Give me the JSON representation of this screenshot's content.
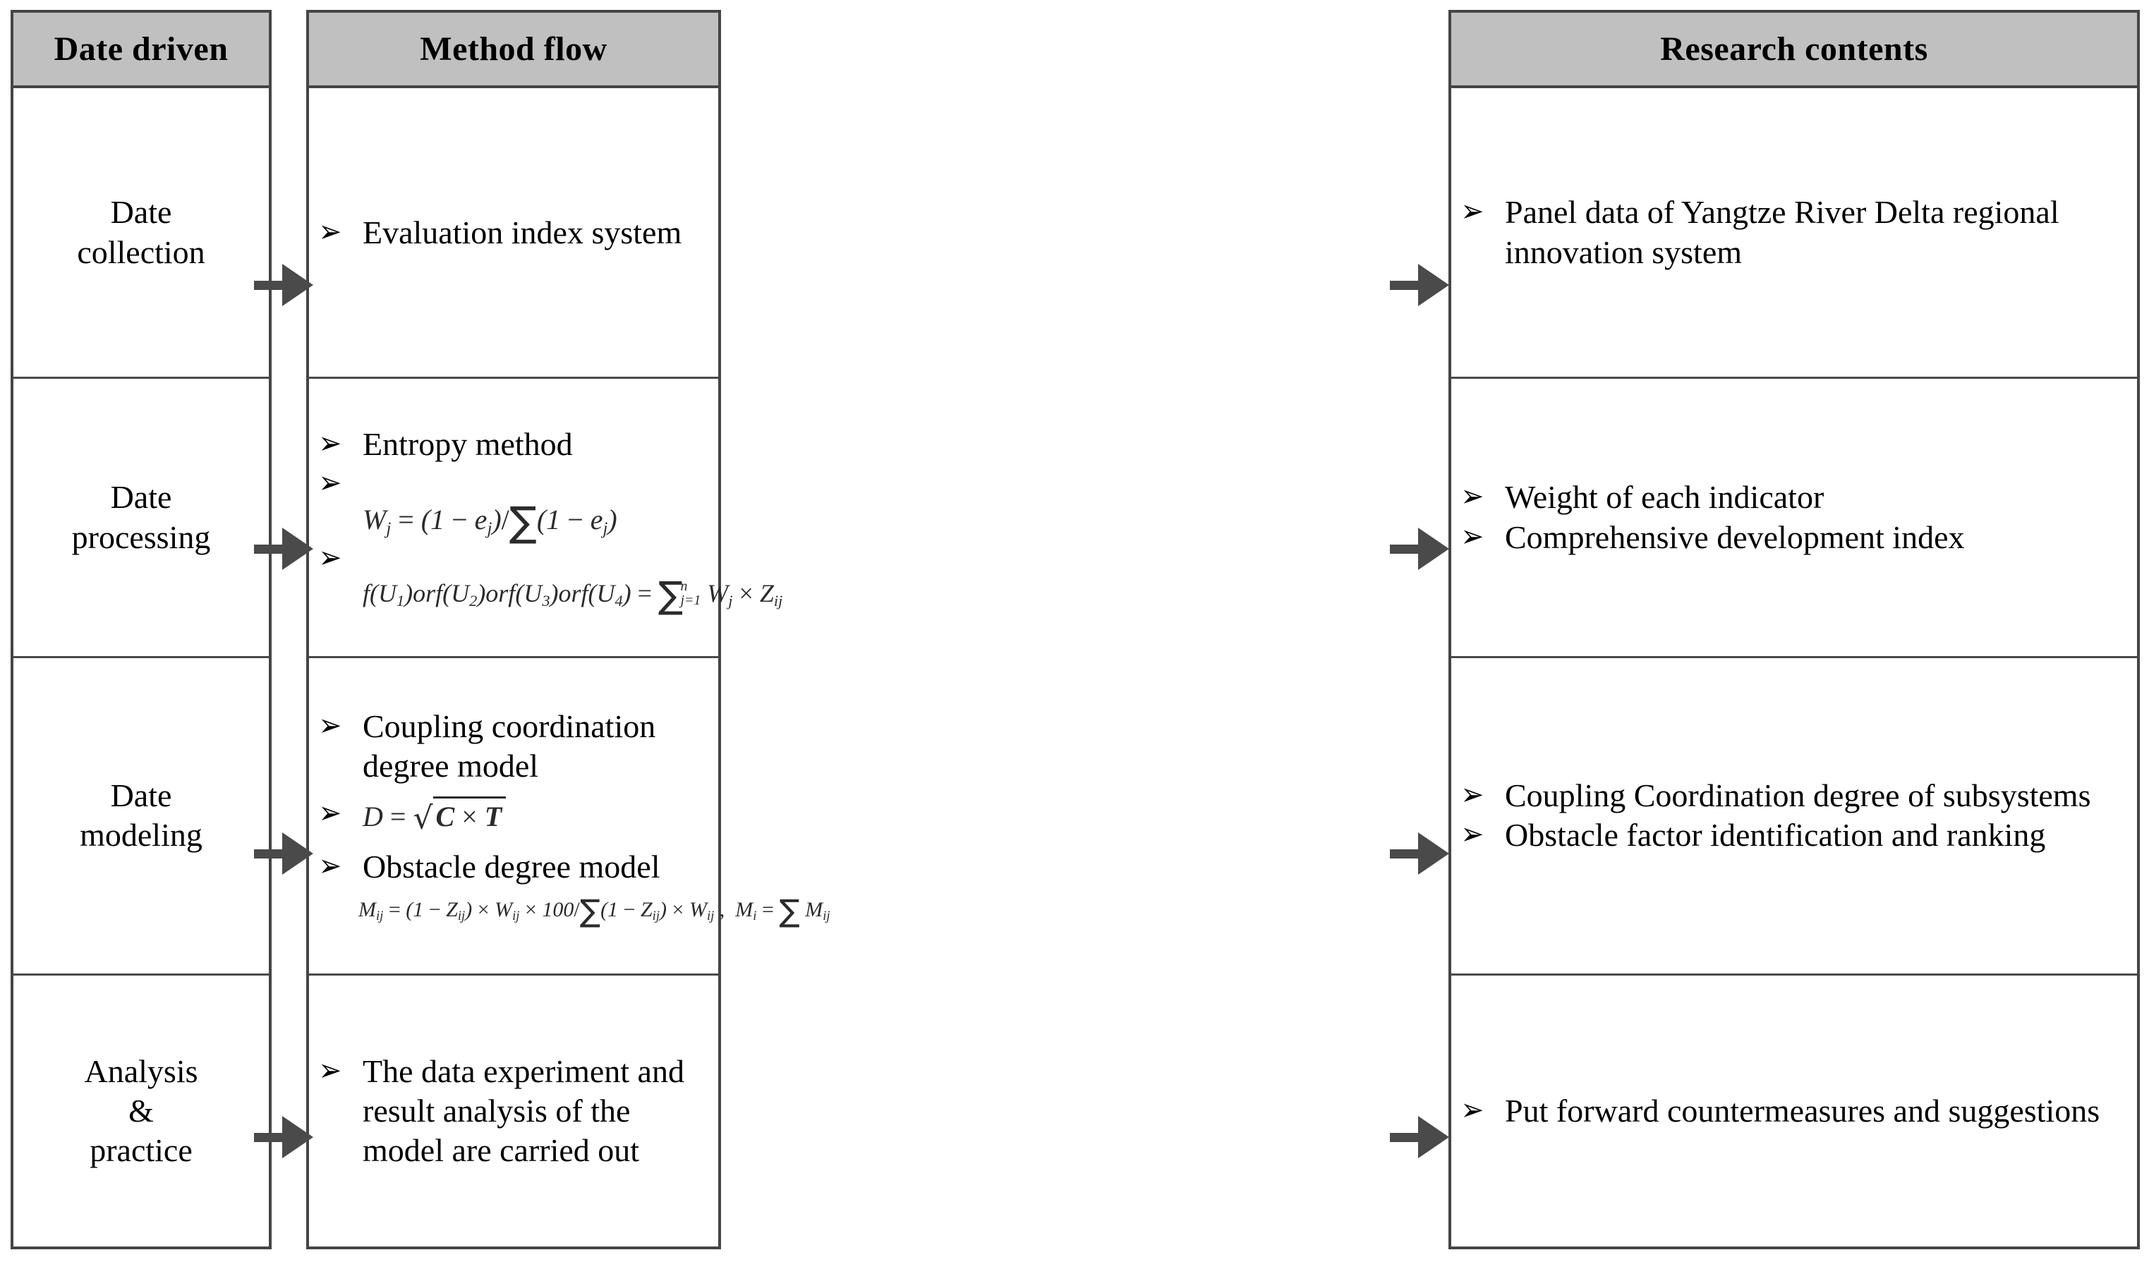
{
  "diagram": {
    "title": "Research framework flow",
    "bullet_glyph": "➢",
    "colors": {
      "header_fill": "#C0C0C0",
      "border": "#454545",
      "arrow": "#4A4A4A",
      "text": "#000000",
      "formula_text": "#2B2B2B"
    }
  },
  "columns": [
    {
      "id": "date-driven",
      "header": "Date driven",
      "cells": [
        {
          "lines": [
            "Date",
            "collection"
          ]
        },
        {
          "lines": [
            "Date",
            "processing"
          ]
        },
        {
          "lines": [
            "Date",
            "modeling"
          ]
        },
        {
          "lines": [
            "Analysis",
            "&",
            "practice"
          ]
        }
      ]
    },
    {
      "id": "method-flow",
      "header": "Method flow",
      "cells": [
        {
          "bullets": [
            "Evaluation index system"
          ]
        },
        {
          "bullets": [
            "Entropy method",
            "",
            ""
          ],
          "formulas": [
            "W_j = (1 - e_j) / ∑(1 - e_j)",
            "f(U_1)orf(U_2)orf(U_3)orf(U_4) = ∑_{j=1}^{n} W_j × Z_ij"
          ]
        },
        {
          "bullets": [
            "Coupling coordination degree model",
            "",
            "Obstacle degree model"
          ],
          "formulas": [
            "D = √(C × T)",
            "M_ij = (1 - Z_ij) × W_ij × 100 / ∑(1 - Z_ij) × W_ij ,  M_i = ∑ M_ij"
          ]
        },
        {
          "bullets": [
            "The data experiment and result analysis of the model are carried out"
          ]
        }
      ]
    },
    {
      "id": "research-contents",
      "header": "Research contents",
      "cells": [
        {
          "bullets": [
            "Panel data of Yangtze River Delta regional innovation system"
          ]
        },
        {
          "bullets": [
            "Weight of each  indicator",
            "Comprehensive development index"
          ]
        },
        {
          "bullets": [
            "Coupling Coordination degree of subsystems",
            "Obstacle factor identification and ranking"
          ]
        },
        {
          "bullets": [
            "Put forward countermeasures and suggestions"
          ]
        }
      ]
    }
  ],
  "arrows": [
    {
      "name": "arrow-driven-to-method-1"
    },
    {
      "name": "arrow-driven-to-method-2"
    },
    {
      "name": "arrow-driven-to-method-3"
    },
    {
      "name": "arrow-driven-to-method-4"
    },
    {
      "name": "arrow-method-to-research-1"
    },
    {
      "name": "arrow-method-to-research-2"
    },
    {
      "name": "arrow-method-to-research-3"
    },
    {
      "name": "arrow-method-to-research-4"
    }
  ]
}
